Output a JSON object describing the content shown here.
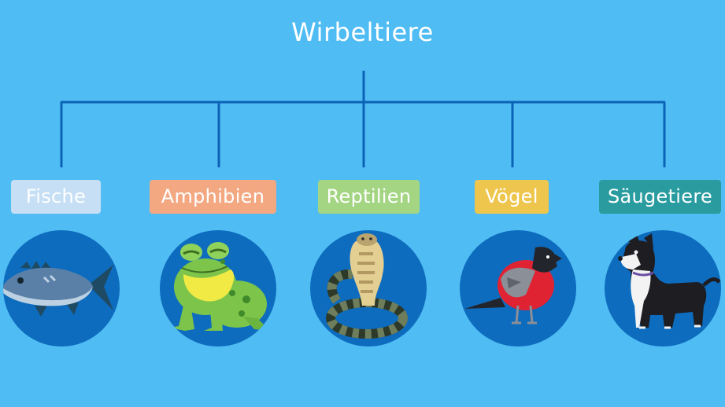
{
  "diagram": {
    "root": "Wirbeltiere",
    "categories": [
      {
        "label": "Fische",
        "color": "#c6dff5",
        "icon": "fish-icon"
      },
      {
        "label": "Amphibien",
        "color": "#f3a882",
        "icon": "frog-icon"
      },
      {
        "label": "Reptilien",
        "color": "#a3d583",
        "icon": "cobra-icon"
      },
      {
        "label": "Vögel",
        "color": "#eec64e",
        "icon": "bullfinch-icon"
      },
      {
        "label": "Säugetiere",
        "color": "#2a9ca0",
        "icon": "dog-icon"
      }
    ]
  },
  "colors": {
    "background": "#4fbcf3",
    "lines": "#0b62b6",
    "circles": "#0d6cbe"
  }
}
